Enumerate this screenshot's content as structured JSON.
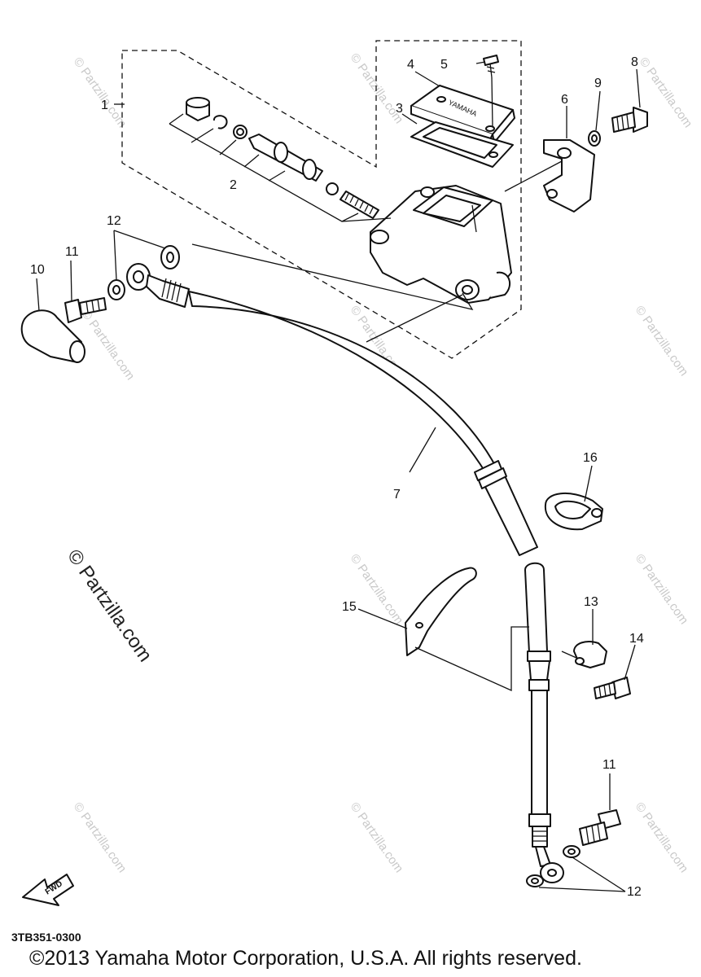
{
  "callouts": {
    "c1": "1",
    "c2": "2",
    "c3": "3",
    "c4": "4",
    "c5": "5",
    "c6": "6",
    "c7": "7",
    "c8": "8",
    "c9": "9",
    "c10": "10",
    "c11a": "11",
    "c11b": "11",
    "c12a": "12",
    "c12b": "12",
    "c13": "13",
    "c14": "14",
    "c15": "15",
    "c16": "16"
  },
  "watermark": {
    "small": "© Partzilla.com",
    "large": "© Partzilla.com"
  },
  "logo_text": "YAMAHA",
  "fwd_label": "FWD",
  "diagram_code": "3TB351-0300",
  "copyright": "©2013 Yamaha Motor Corporation, U.S.A. All rights reserved."
}
